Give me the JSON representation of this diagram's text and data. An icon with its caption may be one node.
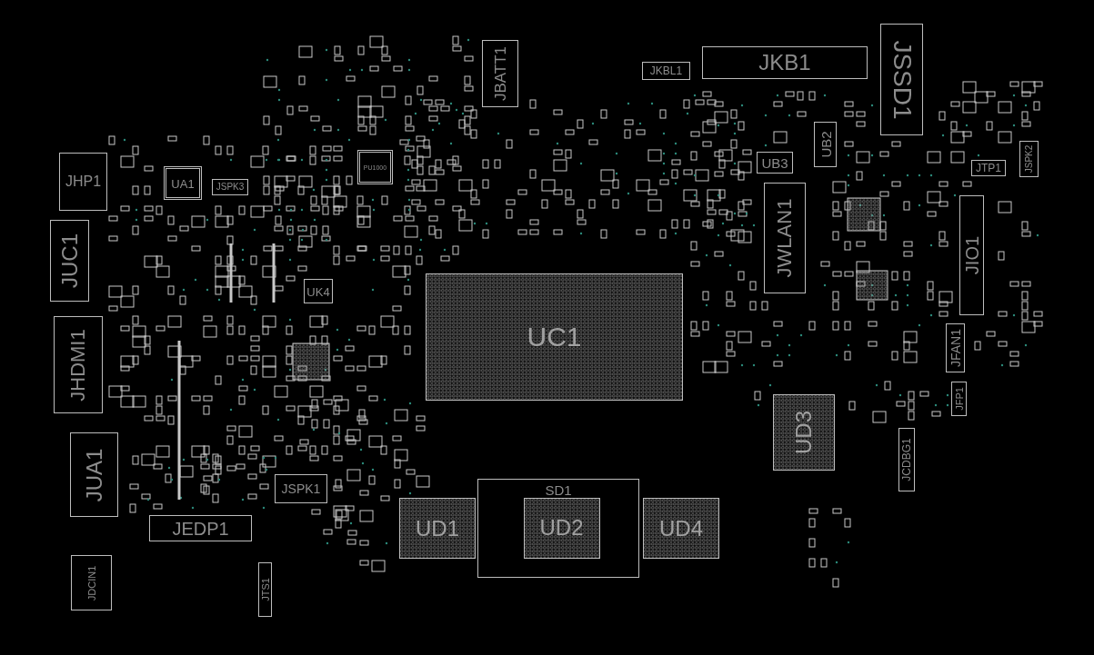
{
  "diagram": {
    "nodes": [
      {
        "text": [
          "JSSD1"
        ]
      },
      {
        "text": [
          "JBATT1"
        ]
      },
      {
        "text": [
          "JKB1"
        ]
      },
      {
        "text": [
          "JKBL1"
        ]
      },
      {
        "text": [
          "UB2"
        ]
      },
      {
        "text": [
          "UB3"
        ]
      },
      {
        "text": [
          "JSPK2"
        ]
      },
      {
        "text": [
          "JHP1"
        ]
      },
      {
        "text": [
          "UA1"
        ]
      },
      {
        "text": [
          "JTP1"
        ]
      },
      {
        "text": [
          "PU1000"
        ]
      },
      {
        "text": [
          "JSPK3"
        ]
      },
      {
        "text": [
          "JWLAN1"
        ]
      },
      {
        "text": [
          "JIO1"
        ]
      },
      {
        "text": [
          "JUC1"
        ]
      },
      {
        "text": [
          "UK4"
        ]
      },
      {
        "text": [
          "UC1"
        ]
      },
      {
        "text": [
          "JHDMI1"
        ]
      },
      {
        "text": [
          "JFAN1"
        ]
      },
      {
        "text": [
          "JFP1"
        ]
      },
      {
        "text": [
          "UD3"
        ]
      },
      {
        "text": [
          "JUA1"
        ]
      },
      {
        "text": [
          "JCDBG1"
        ]
      },
      {
        "text": [
          "JSPK1"
        ]
      },
      {
        "text": [
          "SD1"
        ]
      },
      {
        "text": [
          "UD1"
        ]
      },
      {
        "text": [
          "UD2"
        ],
        "in": 24
      },
      {
        "text": [
          "UD4"
        ]
      },
      {
        "text": [
          "JEDP1"
        ]
      },
      {
        "text": [
          "JDCIN1"
        ]
      },
      {
        "text": [
          "JTS1"
        ]
      }
    ]
  }
}
